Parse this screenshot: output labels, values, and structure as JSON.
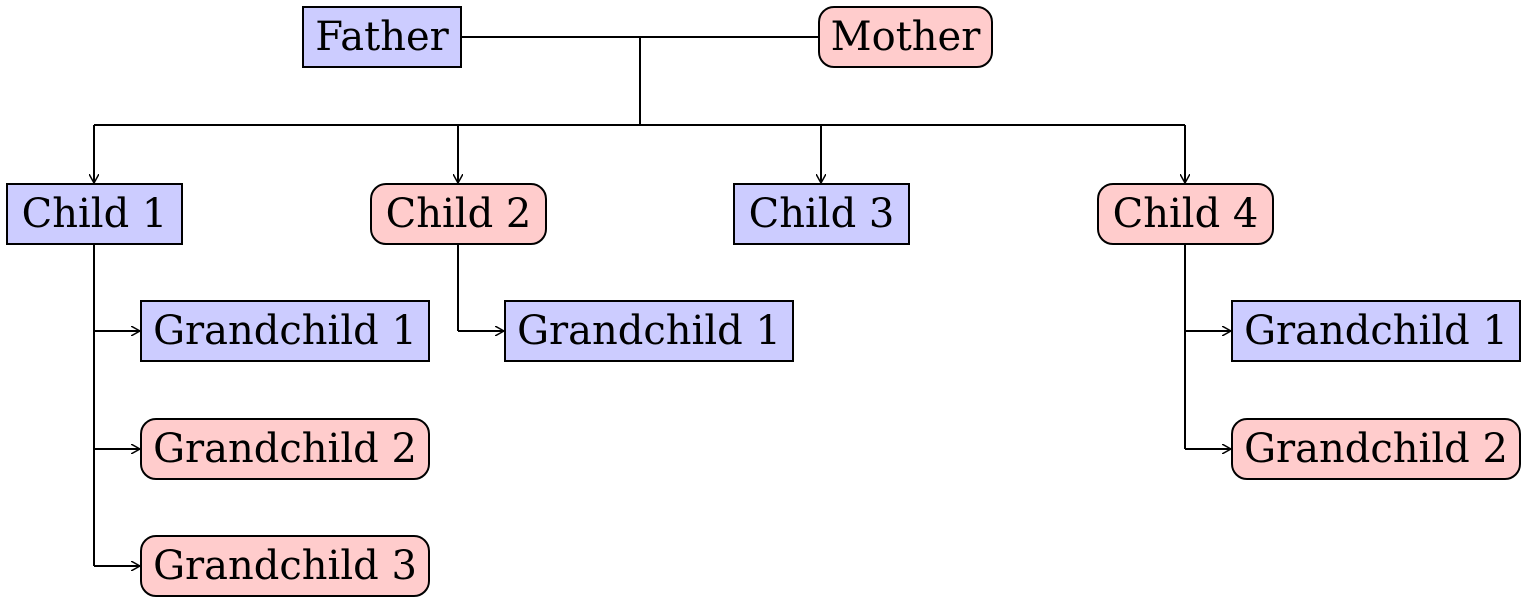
{
  "colors": {
    "male": "#ccccff",
    "female": "#ffcccc",
    "line": "#000000"
  },
  "parents": {
    "father": {
      "label": "Father",
      "kind": "male"
    },
    "mother": {
      "label": "Mother",
      "kind": "female"
    }
  },
  "children": [
    {
      "label": "Child 1",
      "kind": "male",
      "grandchildren": [
        {
          "label": "Grandchild 1",
          "kind": "male"
        },
        {
          "label": "Grandchild 2",
          "kind": "female"
        },
        {
          "label": "Grandchild 3",
          "kind": "female"
        }
      ]
    },
    {
      "label": "Child 2",
      "kind": "female",
      "grandchildren": [
        {
          "label": "Grandchild 1",
          "kind": "male"
        }
      ]
    },
    {
      "label": "Child 3",
      "kind": "male",
      "grandchildren": []
    },
    {
      "label": "Child 4",
      "kind": "female",
      "grandchildren": [
        {
          "label": "Grandchild 1",
          "kind": "male"
        },
        {
          "label": "Grandchild 2",
          "kind": "female"
        }
      ]
    }
  ]
}
